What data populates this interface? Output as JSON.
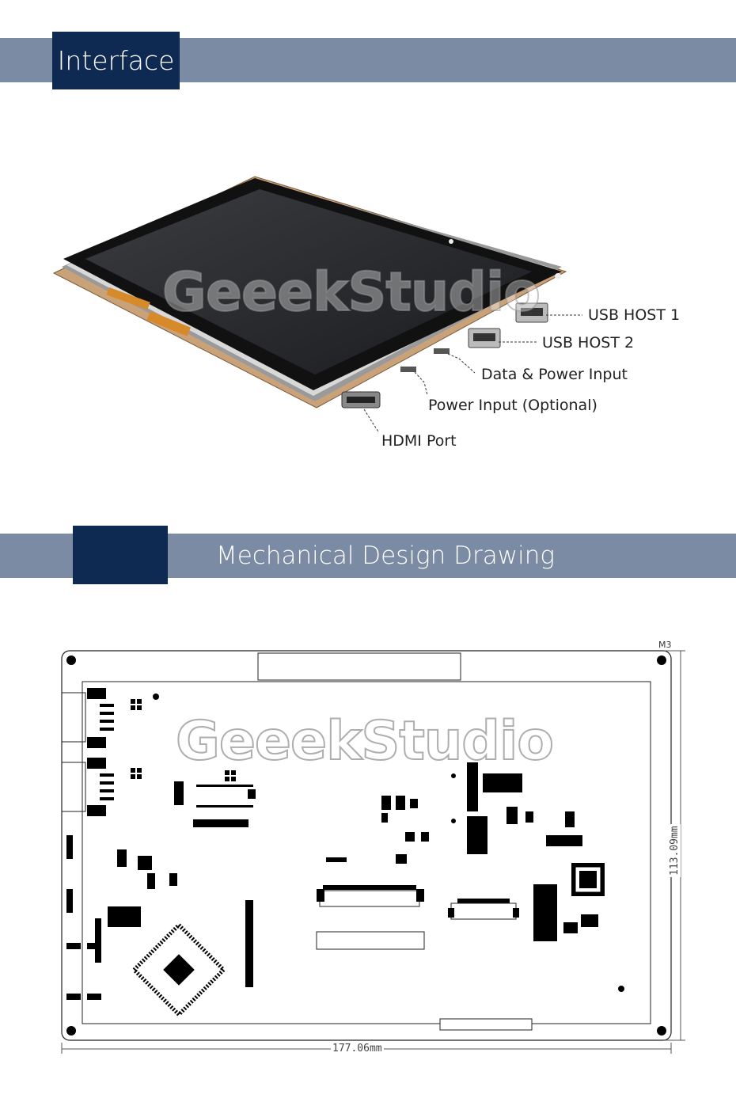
{
  "sections": {
    "interface": {
      "title": "Interface"
    },
    "mechanical": {
      "title": "Mechanical Design Drawing"
    }
  },
  "watermark": "GeeekStudio",
  "ports": {
    "usb_host_1": "USB HOST 1",
    "usb_host_2": "USB HOST 2",
    "data_power": "Data & Power Input",
    "power_optional": "Power Input (Optional)",
    "hdmi": "HDMI Port"
  },
  "drawing": {
    "width_label": "177.06mm",
    "height_label": "113.09mm",
    "hole_label": "M3"
  },
  "colors": {
    "banner_bar": "#7b8ba3",
    "banner_box": "#0f2a52"
  }
}
